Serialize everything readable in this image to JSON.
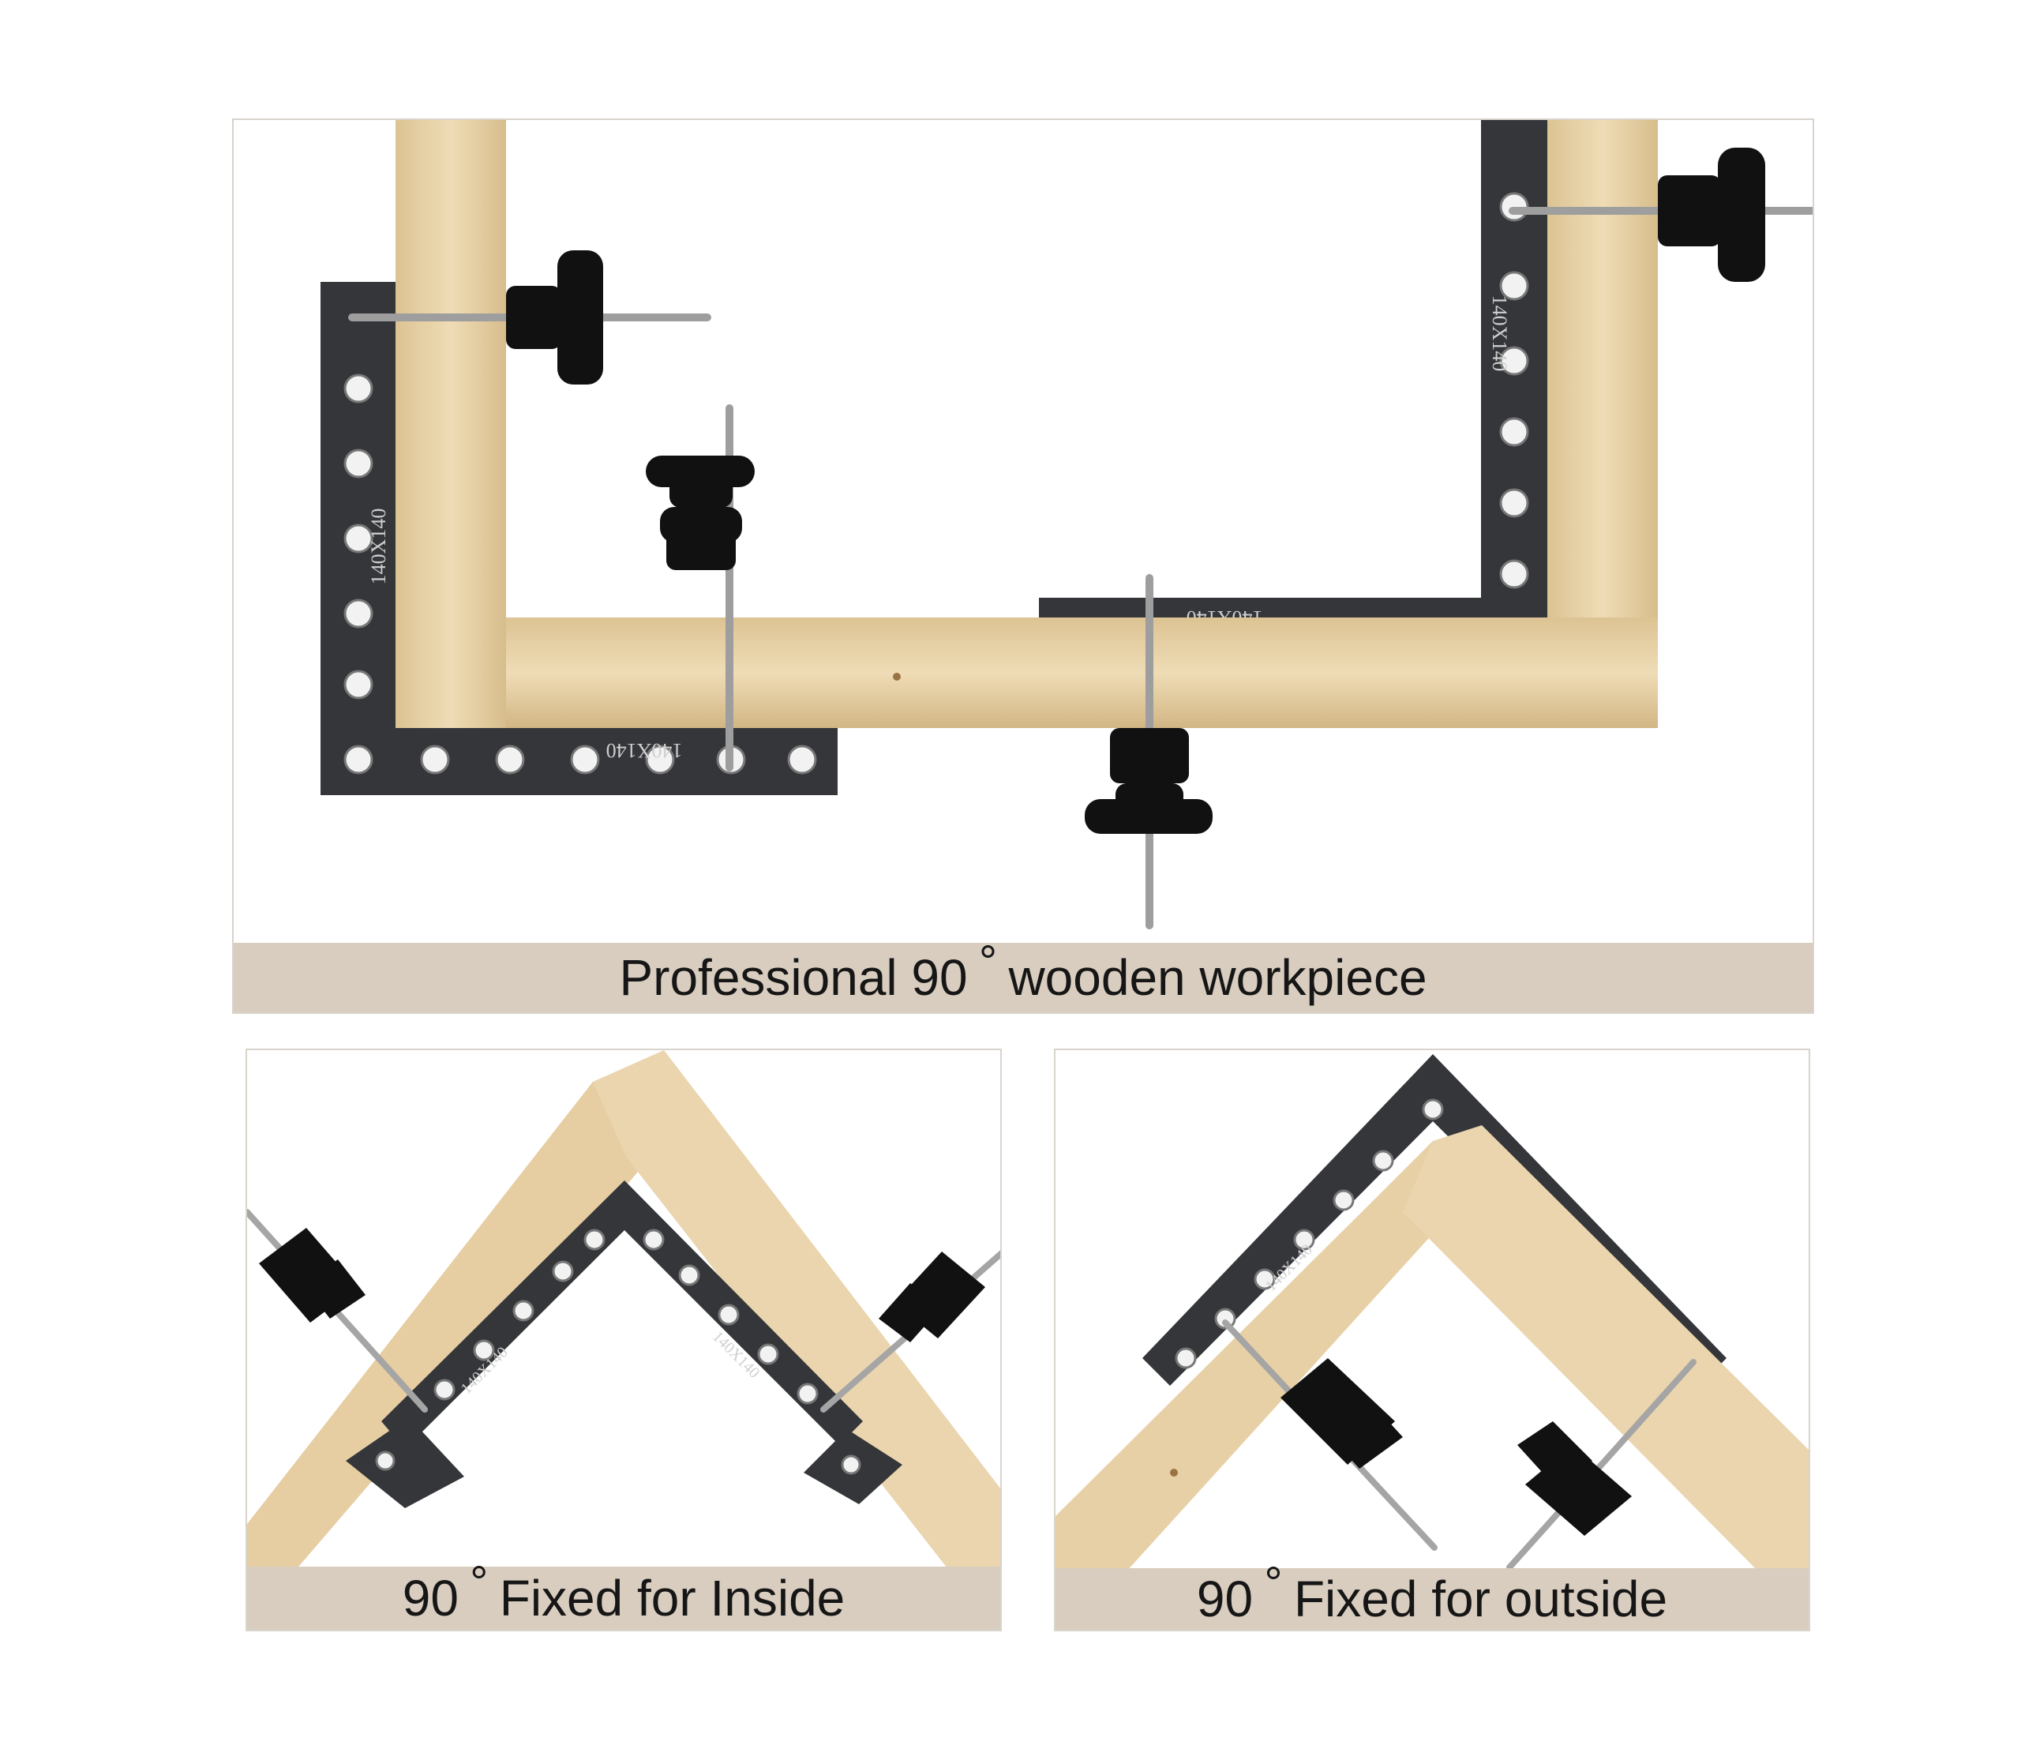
{
  "colors": {
    "wood": "#e8d2a8",
    "wood_dark": "#cfb285",
    "square": "#36383b",
    "knob": "#111111",
    "rod": "#a9a9a9",
    "caption_bg": "#d8cdbf",
    "caption_text": "#161616",
    "panel_border": "#d9d4cc"
  },
  "panels": {
    "top": {
      "caption_before": "Professional 90",
      "caption_degree": "°",
      "caption_after": "wooden workpiece",
      "square_label": "140X140"
    },
    "bottom_left": {
      "caption_before": "90",
      "caption_degree": "°",
      "caption_after": "Fixed for Inside",
      "square_label": "140X140"
    },
    "bottom_right": {
      "caption_before": "90",
      "caption_degree": "°",
      "caption_after": "Fixed for outside",
      "square_label": "140X140"
    }
  },
  "icons": {
    "corner_square": "corner-clamp-square-icon",
    "knob": "star-knob-icon",
    "threaded_rod": "threaded-rod-icon"
  }
}
